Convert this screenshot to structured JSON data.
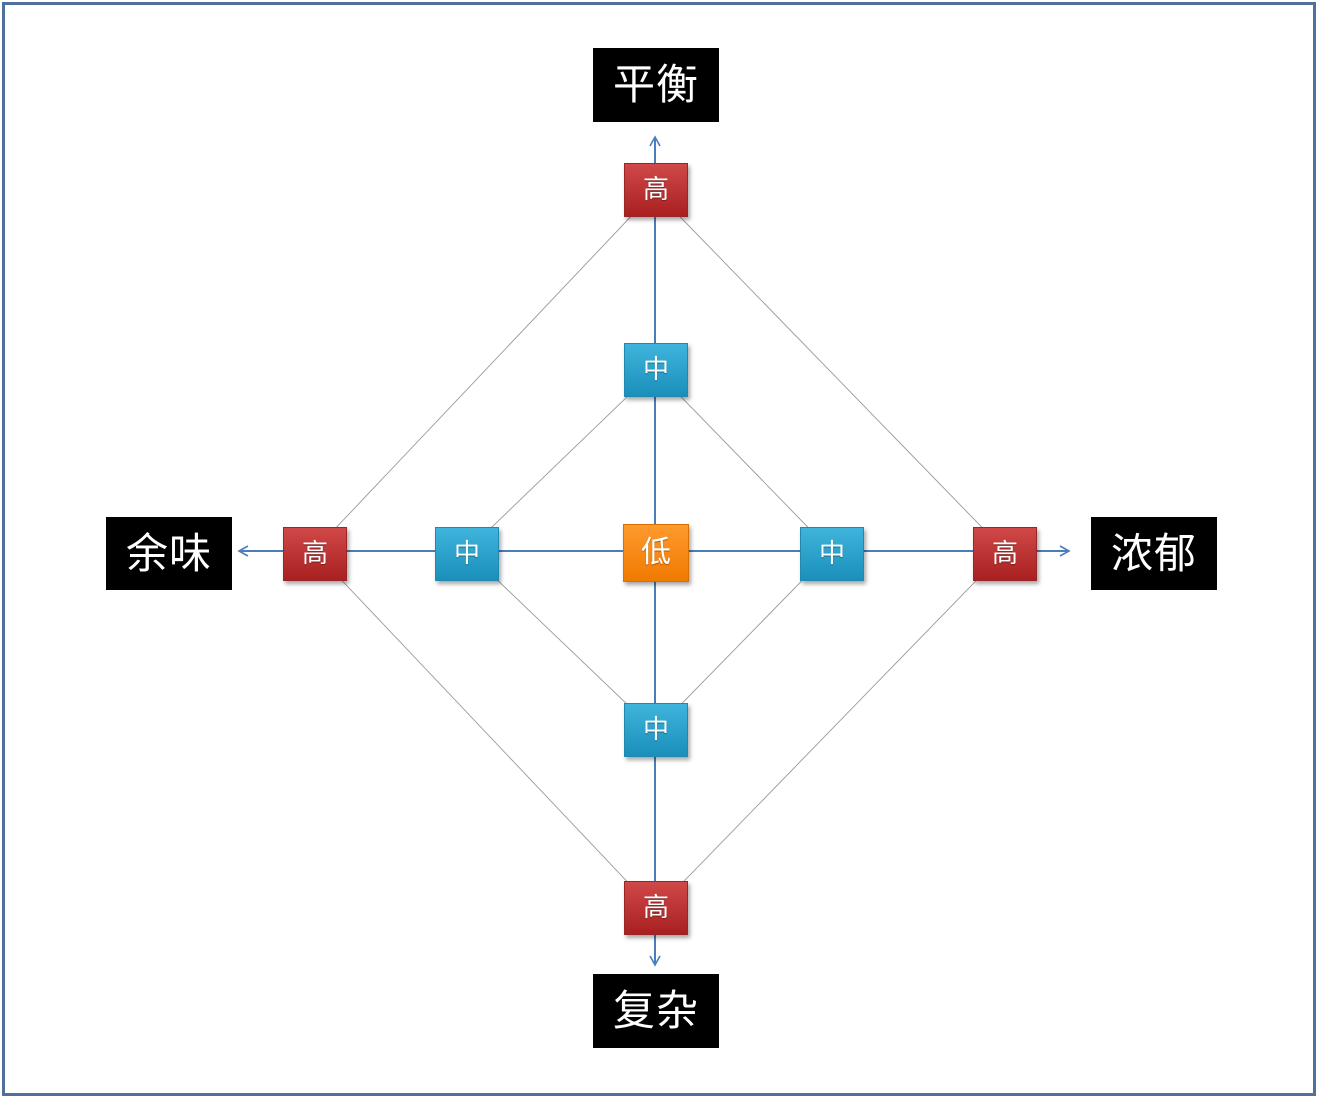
{
  "axes": {
    "top": "平衡",
    "left": "余味",
    "right": "浓郁",
    "bottom": "复杂"
  },
  "levels": {
    "high": "高",
    "mid": "中",
    "low": "低"
  },
  "colors": {
    "high": "#c0392b",
    "mid": "#2aa3cf",
    "low": "#f7890f",
    "axis_line": "#4a7ebb",
    "guide_line": "#9a9a9a",
    "frame": "#4f6f9c"
  }
}
